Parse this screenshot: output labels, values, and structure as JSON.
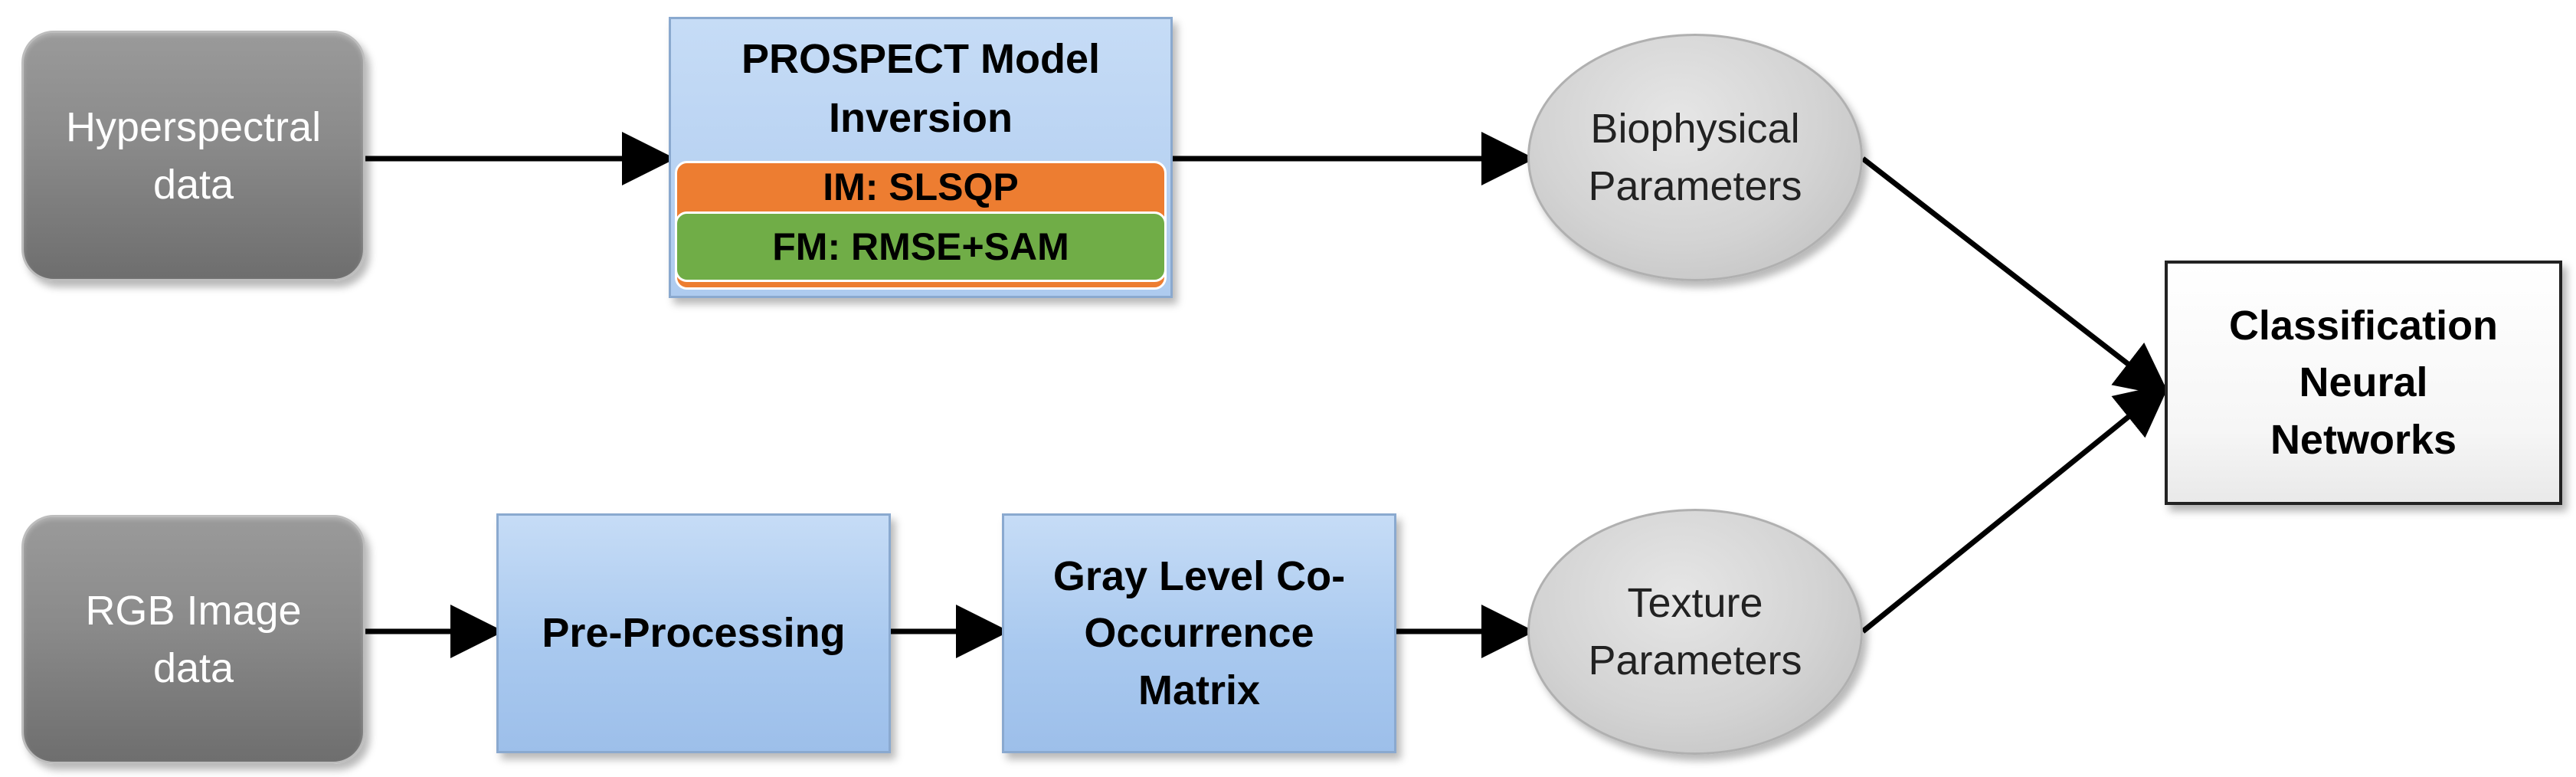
{
  "diagram": {
    "inputs": {
      "hyperspectral": "Hyperspectral\ndata",
      "rgb": "RGB Image\ndata"
    },
    "prospect": {
      "title": "PROSPECT Model\nInversion",
      "im": "IM: SLSQP",
      "fm": "FM: RMSE+SAM"
    },
    "preprocessing": "Pre-Processing",
    "glcm": "Gray Level Co-\nOccurrence\nMatrix",
    "biophysical": "Biophysical\nParameters",
    "texture": "Texture\nParameters",
    "classifier": "Classification\nNeural\nNetworks"
  },
  "colors": {
    "gray_box": "#8a8a8a",
    "blue_box": "#aecbef",
    "orange_band": "#ed7d31",
    "green_band": "#70ad47",
    "ellipse": "#d3d3d3",
    "arrow": "#000000"
  }
}
